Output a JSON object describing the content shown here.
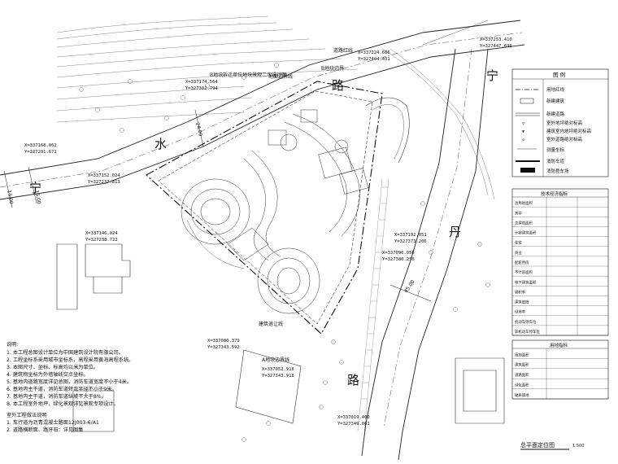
{
  "roads": {
    "left_bottom": "宁",
    "left_top": "水",
    "top_middle": "路",
    "right_top": "宁",
    "right_middle": "丹",
    "right_bottom": "路"
  },
  "coordinates": [
    {
      "x": "X=337253.410",
      "y": "Y=327447.696"
    },
    {
      "x": "X=337168.062",
      "y": "Y=327201.671"
    },
    {
      "x": "X=337152.024",
      "y": "Y=327237.813"
    },
    {
      "x": "X=337146.024",
      "y": "Y=327238.722"
    },
    {
      "x": "X=337192.051",
      "y": "Y=327373.206"
    },
    {
      "x": "X=337090.056",
      "y": "Y=327380.256"
    },
    {
      "x": "X=337080.379",
      "y": "Y=327343.592"
    },
    {
      "x": "X=337052.918",
      "y": "Y=327343.918"
    },
    {
      "x": "X=337019.400",
      "y": "Y=327349.061"
    },
    {
      "x": "X=337174.564",
      "y": "Y=327302.794"
    },
    {
      "x": "X=337224.666",
      "y": "Y=327404.451"
    }
  ],
  "labels": {
    "boundary1": "建筑退让线",
    "boundary2": "A地块边界线",
    "site_top1": "地面边界线",
    "site_top2": "B地块边界",
    "site_top3": "道路红线",
    "site_top_left": "B地块拆迁单位地块景观二次设计图",
    "dim1": "15.00",
    "dim2": "24.00",
    "dim3": "45.00",
    "dim4": "15.00"
  },
  "notes": {
    "title": "说明:",
    "items": [
      "1. 本工程总图设计单位为中国建筑设计院有限公司。",
      "2. 工程坐标系采用城市坐标系，高程采用黄海高程系统。",
      "3. 本图尺寸、坐标、标高均以米为单位。",
      "4. 建筑物坐标为外墙轴线交点坐标。",
      "5. 基地内道路宽度详见总图，消防车道宽度不小于4米。",
      "6. 基地内主干道，消防车道转弯半径不小于9米。",
      "7. 基地内主干道，消防车道纵坡不大于8%。",
      "8. 本工程室外地坪，绿化景观详见景观专项设计。"
    ],
    "sub_title": "室外工程做法说明",
    "sub_items": [
      "1. 车行道为沥青混凝土路面12J003-6/A1",
      "2. 道路横断面、路牙石：详见图集"
    ]
  },
  "legend": {
    "title": "图 例",
    "items": [
      "用地红线",
      "新建建筑",
      "新建道路",
      "室外地坪绝对标高",
      "建筑室内地坪绝对标高",
      "室外道路绝对标高",
      "测量坐标",
      "消防车道",
      "消防登车场"
    ]
  },
  "table1": {
    "title": "技术经济指标",
    "rows": [
      "总用地面积",
      "其中",
      "总建筑面积",
      "计容建筑面积",
      "住宅",
      "商业",
      "配套用房",
      "不计容面积",
      "地下建筑面积",
      "容积率",
      "建筑密度",
      "绿地率",
      "机动车停车位",
      "非机动车停车位"
    ]
  },
  "table2": {
    "title": "用地指标",
    "rows": [
      "用地面积",
      "建筑面积",
      "道路面积",
      "绿化面积",
      "硬质铺地"
    ]
  },
  "drawing_title": {
    "text": "总平面定位图",
    "scale": "1:500"
  }
}
